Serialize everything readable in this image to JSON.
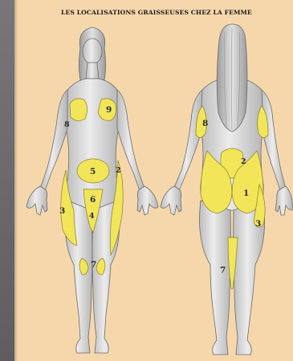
{
  "title": "LES LOCALISATIONS GRAISSEUSES CHEZ LA FEMME",
  "colors": {
    "paper": "#f6d7ac",
    "skin": "#d4d4d4",
    "fat_zone": "#f2e55a",
    "fat_outline": "#8a7f25",
    "hair": "#c9c9c9"
  },
  "front_labels": {
    "chest_left": "8",
    "chest_right": "9",
    "abdomen": "5",
    "hip_right": "2",
    "thigh_left": "3",
    "inner_thigh_upper": "6",
    "inner_thigh_lower": "4",
    "knee": "7"
  },
  "back_labels": {
    "upper_arm": "8",
    "flank": "2",
    "buttock": "1",
    "outer_thigh": "3",
    "calf": "7"
  }
}
